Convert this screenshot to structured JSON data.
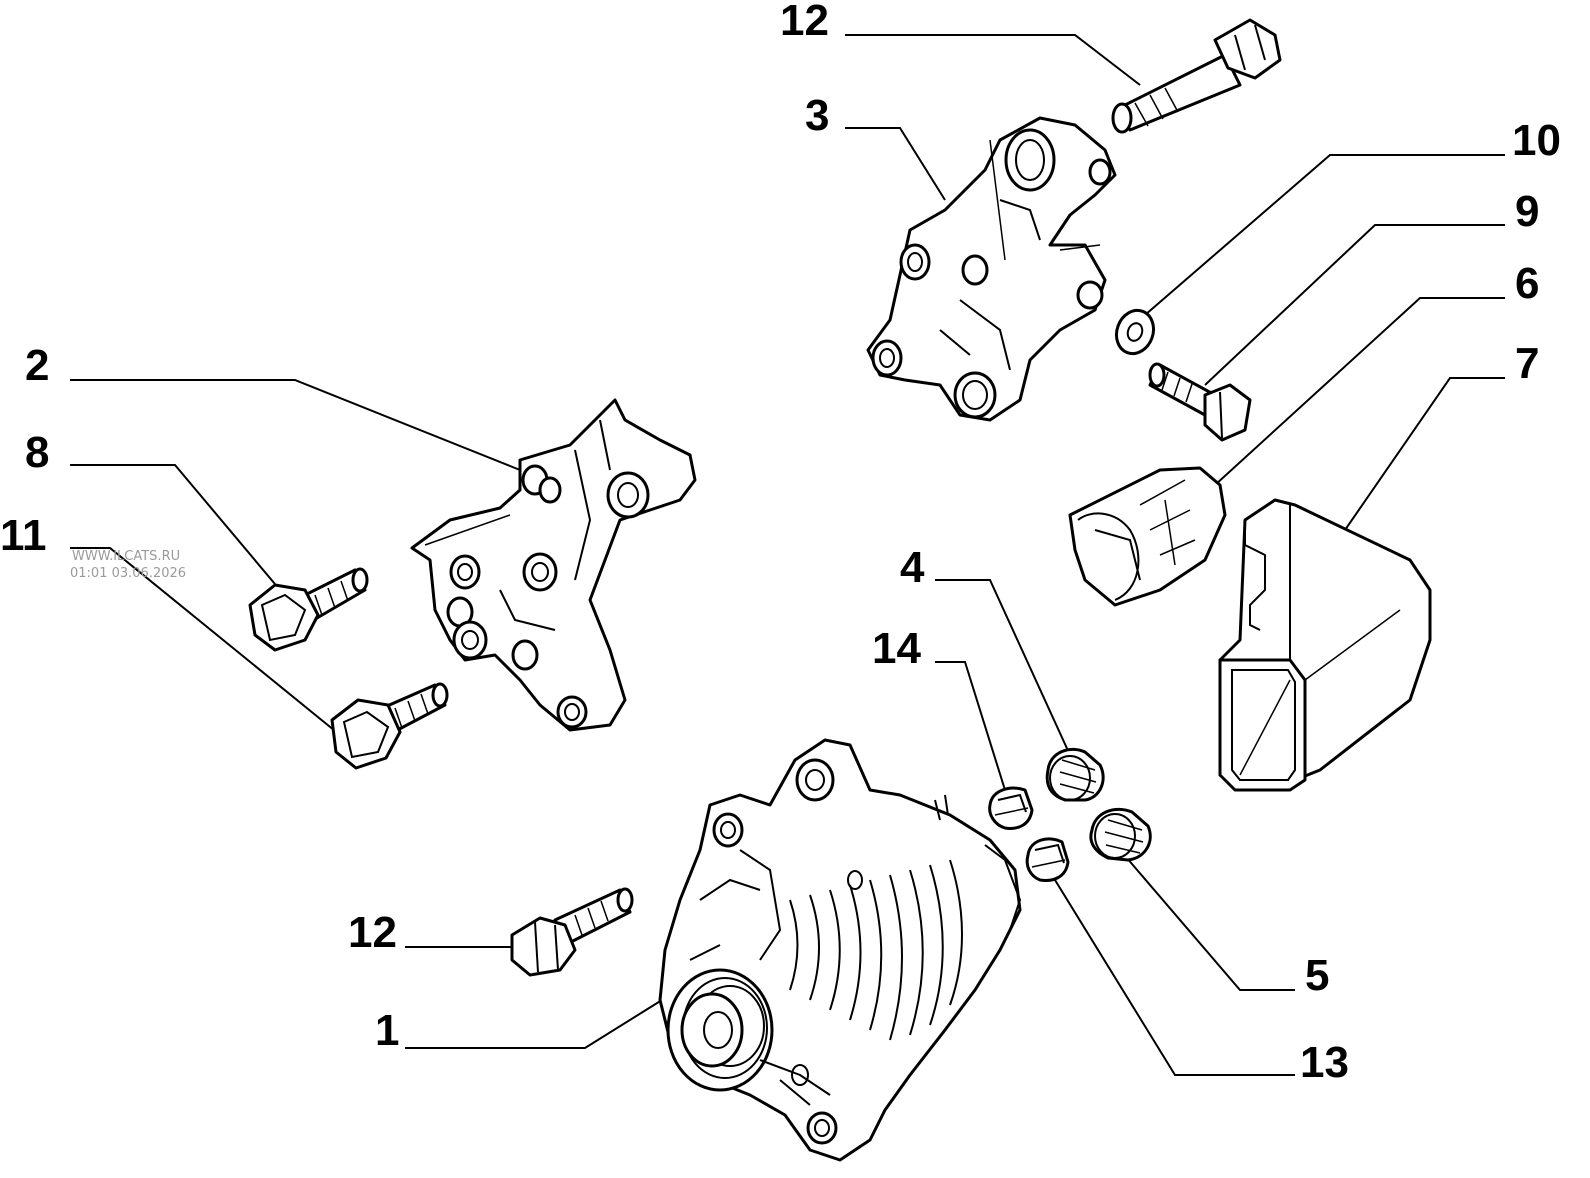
{
  "watermark": {
    "line1": "WWW.ILCATS.RU",
    "line2": "01:01 03.06.2026"
  },
  "callouts": [
    {
      "id": "c12a",
      "label": "12"
    },
    {
      "id": "c3",
      "label": "3"
    },
    {
      "id": "c10",
      "label": "10"
    },
    {
      "id": "c9",
      "label": "9"
    },
    {
      "id": "c6",
      "label": "6"
    },
    {
      "id": "c7",
      "label": "7"
    },
    {
      "id": "c2",
      "label": "2"
    },
    {
      "id": "c8",
      "label": "8"
    },
    {
      "id": "c11",
      "label": "11"
    },
    {
      "id": "c4",
      "label": "4"
    },
    {
      "id": "c14",
      "label": "14"
    },
    {
      "id": "c12b",
      "label": "12"
    },
    {
      "id": "c5",
      "label": "5"
    },
    {
      "id": "c1",
      "label": "1"
    },
    {
      "id": "c13",
      "label": "13"
    }
  ]
}
